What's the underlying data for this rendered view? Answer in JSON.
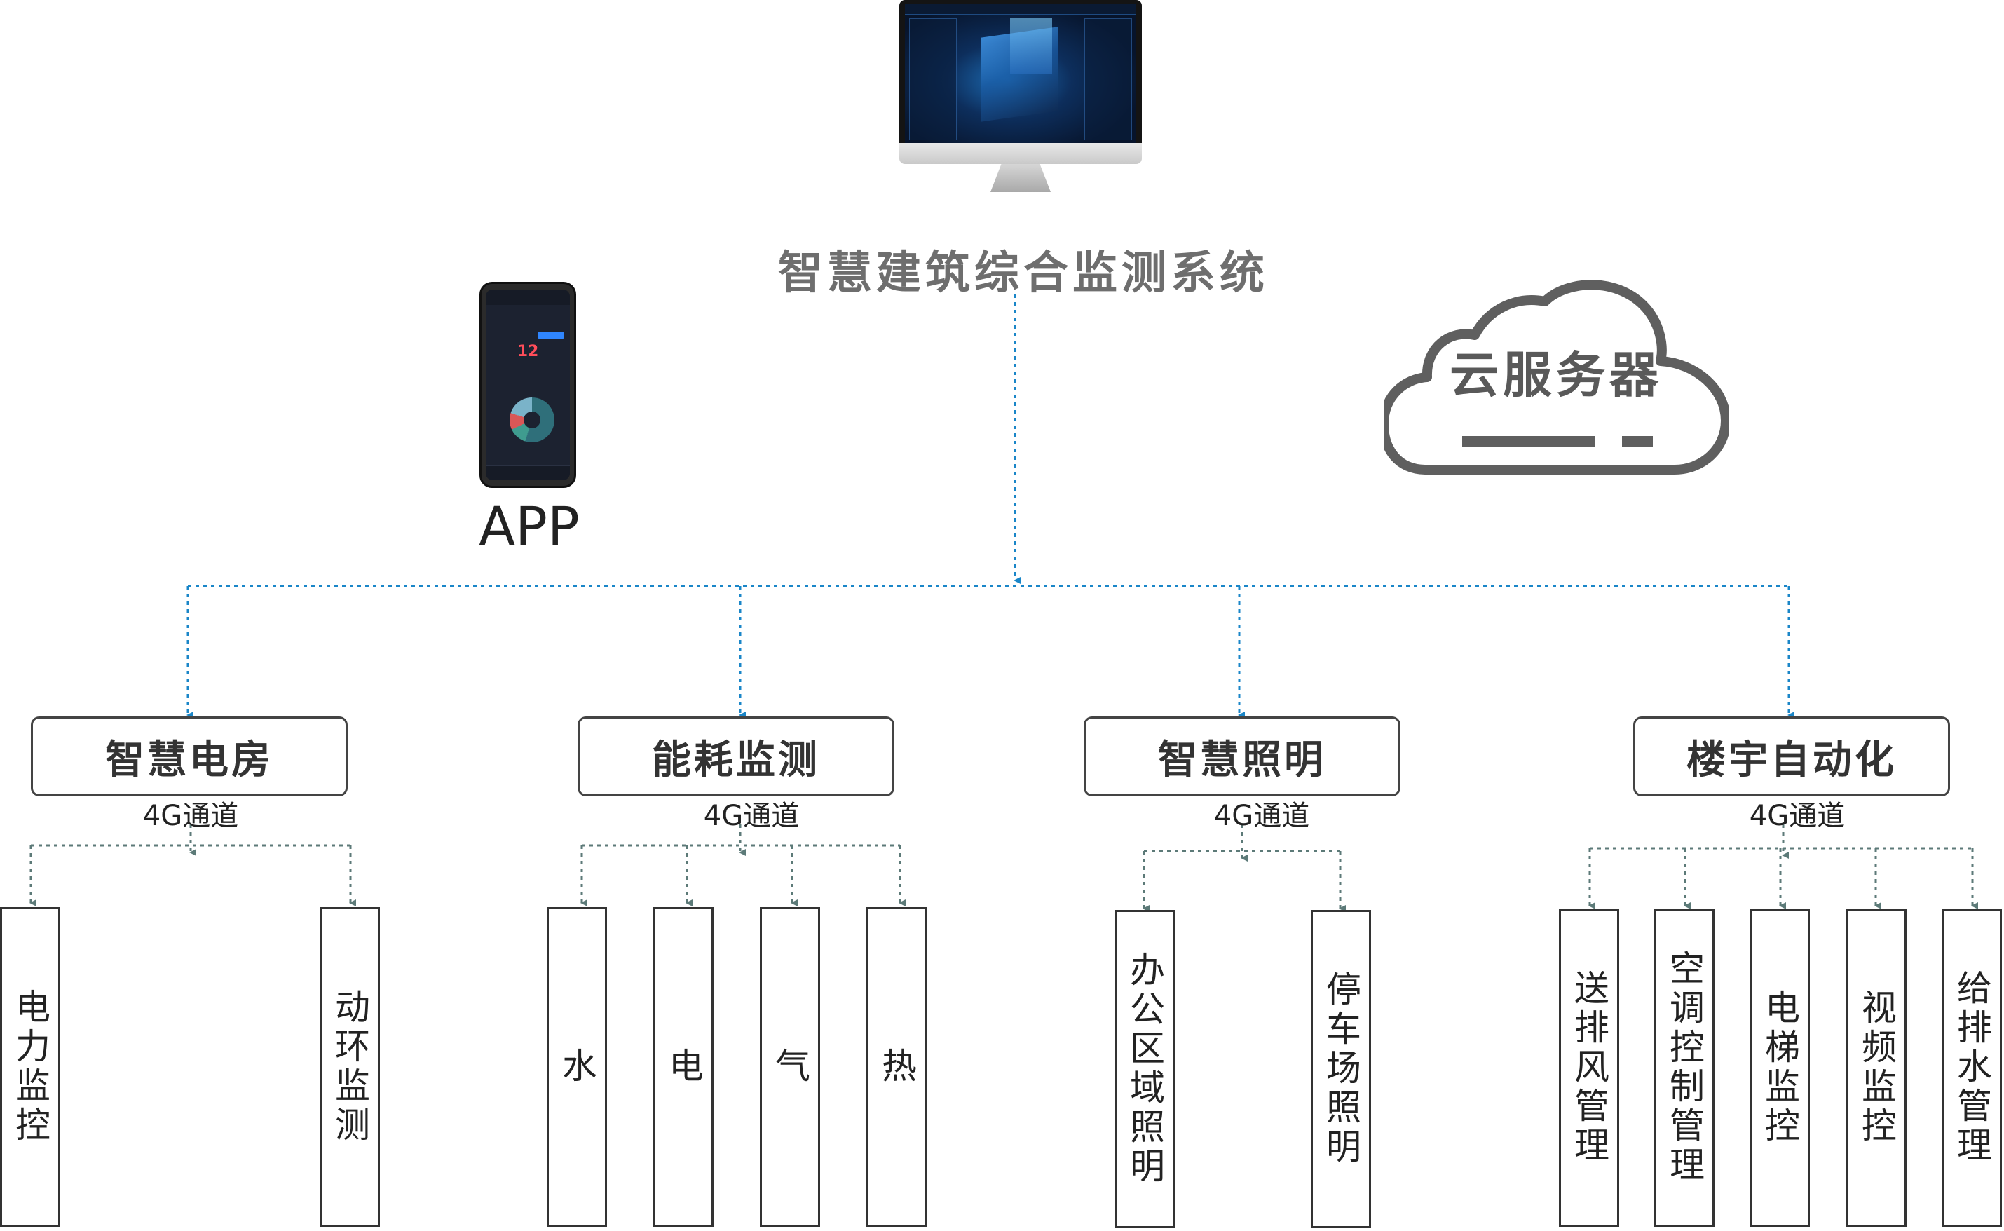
{
  "system_title": "智慧建筑综合监测系统",
  "app_label": "APP",
  "cloud_label": "云服务器",
  "phone": {
    "counter": "12"
  },
  "colors": {
    "trunk_line": "#1a86c8",
    "branch_line": "#5c7a78",
    "box_border": "#444444",
    "title_gray": "#6e6e6e"
  },
  "categories": [
    {
      "name": "智慧电房",
      "channel": "4G通道",
      "children": [
        "电力监控",
        "动环监测"
      ]
    },
    {
      "name": "能耗监测",
      "channel": "4G通道",
      "children": [
        "水",
        "电",
        "气",
        "热"
      ]
    },
    {
      "name": "智慧照明",
      "channel": "4G通道",
      "children": [
        "办公区域照明",
        "停车场照明"
      ]
    },
    {
      "name": "楼宇自动化",
      "channel": "4G通道",
      "children": [
        "送排风管理",
        "空调控制管理",
        "电梯监控",
        "视频监控",
        "给排水管理"
      ]
    }
  ]
}
